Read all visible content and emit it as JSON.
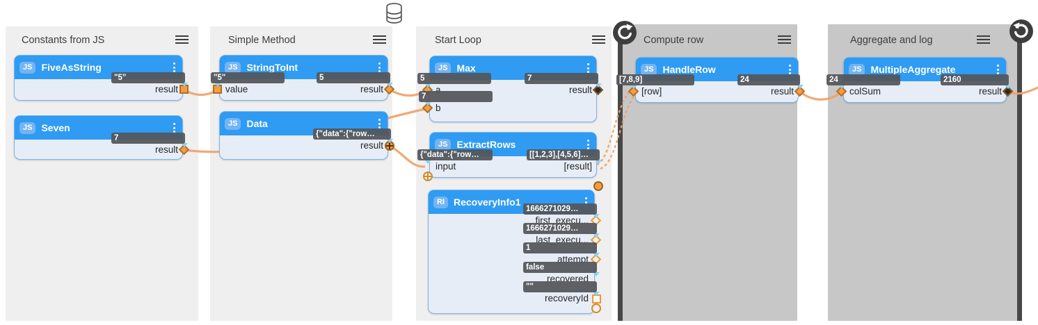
{
  "colors": {
    "edge": "#f0a066",
    "node_header": "#2f9bf2",
    "node_body": "#e7edf6",
    "chip_bg": "#54575b",
    "panel_light": "#efefef",
    "panel_dark": "#c7c7c7",
    "port_orange": "#f49d43",
    "loop_marker": "#3e3e3e"
  },
  "top_icons": {
    "database": "database"
  },
  "groups": [
    {
      "title": "Constants from JS",
      "nodes": [
        {
          "badge": "JS",
          "title": "FiveAsString",
          "ports": [
            {
              "label": "result",
              "value": "\"5\""
            }
          ]
        },
        {
          "badge": "JS",
          "title": "Seven",
          "ports": [
            {
              "label": "result",
              "value": "7"
            }
          ]
        }
      ]
    },
    {
      "title": "Simple Method",
      "nodes": [
        {
          "badge": "JS",
          "title": "StringToInt",
          "ports": [
            {
              "label": "value",
              "value": "\"5\""
            },
            {
              "label": "result",
              "value": "5"
            }
          ]
        },
        {
          "badge": "JS",
          "title": "Data",
          "ports": [
            {
              "label": "result",
              "value": "{\"data\":{\"row…"
            }
          ]
        }
      ]
    },
    {
      "title": "Start Loop",
      "nodes": [
        {
          "badge": "JS",
          "title": "Max",
          "ports": [
            {
              "label": "a",
              "value": "5"
            },
            {
              "label": "b",
              "value": "7"
            },
            {
              "label": "result",
              "value": "7"
            }
          ]
        },
        {
          "badge": "JS",
          "title": "ExtractRows",
          "ports": [
            {
              "label": "input",
              "value": "{\"data\":{\"row…"
            },
            {
              "label": "[result]",
              "value": "[[1,2,3],[4,5,6]…"
            }
          ]
        },
        {
          "badge": "RI",
          "title": "RecoveryInfo1",
          "ports": [
            {
              "label": "first_execu...",
              "value": "1666271029…"
            },
            {
              "label": "last_execu...",
              "value": "1666271029…"
            },
            {
              "label": "attempt",
              "value": "1"
            },
            {
              "label": "recovered",
              "value": "false"
            },
            {
              "label": "recoveryId",
              "value": "\"\""
            }
          ]
        }
      ]
    },
    {
      "title": "Compute row",
      "loop_marker": "loop-start",
      "nodes": [
        {
          "badge": "JS",
          "title": "HandleRow",
          "ports": [
            {
              "label": "[row]",
              "value": "[7,8,9]"
            },
            {
              "label": "result",
              "value": "24"
            }
          ]
        }
      ]
    },
    {
      "title": "Aggregate and log",
      "loop_marker": "loop-end",
      "nodes": [
        {
          "badge": "JS",
          "title": "MultipleAggregate",
          "ports": [
            {
              "label": "colSum",
              "value": "24"
            },
            {
              "label": "result",
              "value": "2160"
            }
          ]
        }
      ]
    }
  ]
}
